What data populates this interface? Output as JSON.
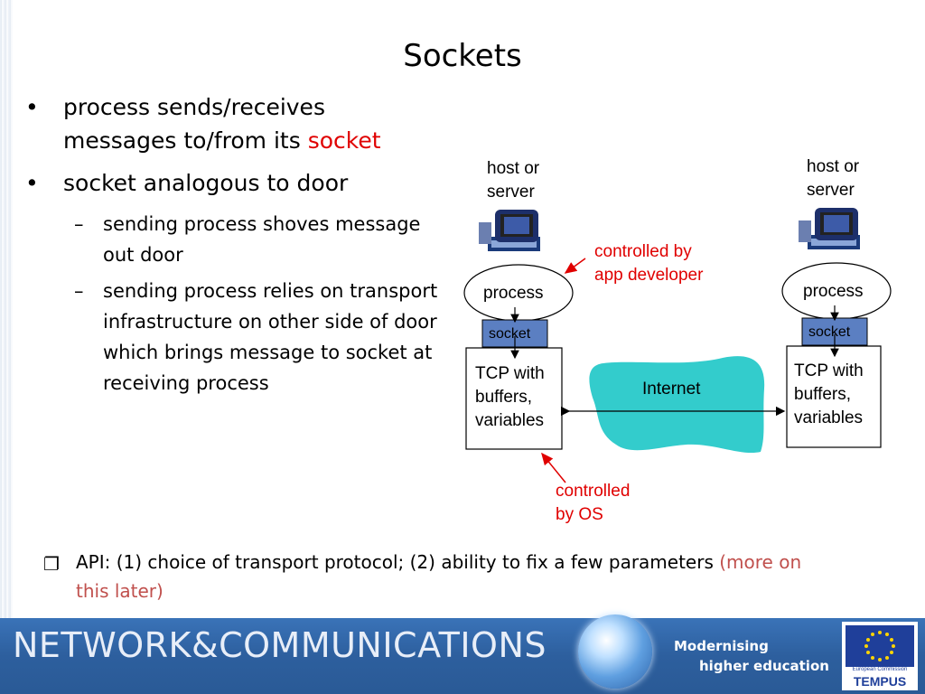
{
  "slide": {
    "title": "Sockets",
    "bullets": [
      {
        "line1": "process sends/receives",
        "line2": "messages to/from its ",
        "line2_red": "socket"
      },
      {
        "text": "socket analogous to door"
      }
    ],
    "sub_bullets": [
      {
        "lines": [
          "sending process shoves message",
          "out door"
        ]
      },
      {
        "lines": [
          "sending process relies on transport",
          "infrastructure on other side of door",
          "which brings message to socket at",
          "receiving process"
        ]
      }
    ],
    "api": {
      "text": "API: (1) choice of transport protocol; (2) ability to fix a few parameters ",
      "red_text": "(more on",
      "line2_red": "this later)"
    }
  },
  "diagram": {
    "left_host_label": [
      "host or",
      "server"
    ],
    "right_host_label": [
      "host or",
      "server"
    ],
    "process_label": "process",
    "socket_label": "socket",
    "tcp_label": [
      "TCP with",
      "buffers,",
      "variables"
    ],
    "internet_label": "Internet",
    "app_dev_note": [
      "controlled by",
      "app developer"
    ],
    "os_note": [
      "controlled",
      "by OS"
    ]
  },
  "footer": {
    "title": "NETWORK&COMMUNICATIONS",
    "modernising": [
      "Modernising",
      "higher education"
    ],
    "eu_caption": [
      "European Commission",
      "TEMPUS"
    ]
  },
  "colors": {
    "red": "#e00000",
    "cloud": "#33cccc",
    "socket_box": "#5b7fc2",
    "footer": "#2d5f9e"
  }
}
